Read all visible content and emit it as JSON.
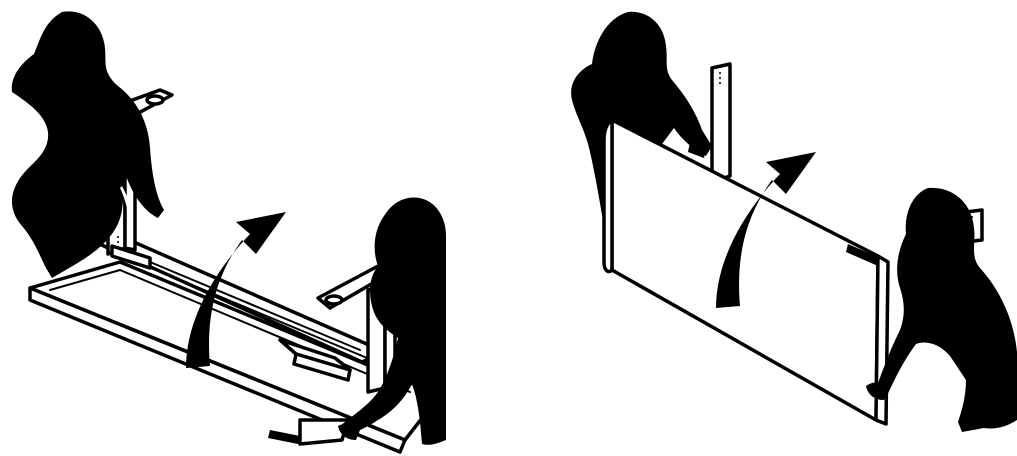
{
  "illustration": {
    "colors": {
      "ink": "#000000",
      "paper": "#ffffff"
    },
    "panels": [
      {
        "step": "lift-desk-from-floor",
        "icons": [
          "person-silhouette",
          "person-silhouette",
          "desk-frame",
          "rotate-arrow-icon"
        ]
      },
      {
        "step": "tilt-desk-upright",
        "icons": [
          "person-silhouette",
          "person-silhouette",
          "desk-top",
          "rotate-arrow-icon"
        ]
      }
    ]
  }
}
